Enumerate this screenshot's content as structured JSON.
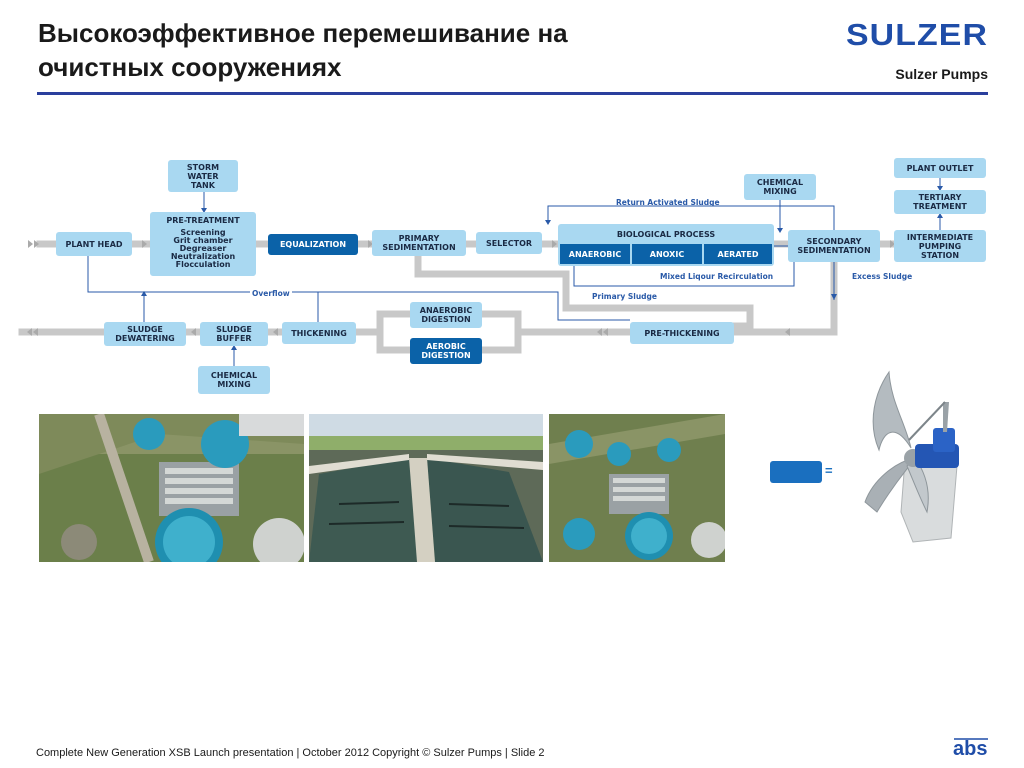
{
  "header": {
    "title_line1": "Высокоэффективное перемешивание на",
    "title_line2": "очистных сооружениях",
    "brand": "SULZER",
    "subtitle": "Sulzer Pumps"
  },
  "diagram": {
    "nodes": {
      "storm_water_tank": "STORM\nWATER\nTANK",
      "pre_treatment": "PRE-TREATMENT",
      "pre_treatment_items": "Screening\nGrit chamber\nDegreaser\nNeutralization\nFlocculation",
      "plant_head": "PLANT HEAD",
      "equalization": "EQUALIZATION",
      "primary_sedimentation": "PRIMARY\nSEDIMENTATION",
      "selector": "SELECTOR",
      "biological_process": "BIOLOGICAL PROCESS",
      "anaerobic": "ANAEROBIC",
      "anoxic": "ANOXIC",
      "aerated": "AERATED",
      "chemical_mixing_top": "CHEMICAL\nMIXING",
      "secondary_sedimentation": "SECONDARY\nSEDIMENTATION",
      "plant_outlet": "PLANT OUTLET",
      "tertiary_treatment": "TERTIARY\nTREATMENT",
      "intermediate_pumping_station": "INTERMEDIATE\nPUMPING\nSTATION",
      "sludge_dewatering": "SLUDGE\nDEWATERING",
      "sludge_buffer": "SLUDGE\nBUFFER",
      "thickening": "THICKENING",
      "anaerobic_digestion": "ANAEROBIC\nDIGESTION",
      "aerobic_digestion": "AEROBIC\nDIGESTION",
      "pre_thickening": "PRE-THICKENING",
      "chemical_mixing_bottom": "CHEMICAL\nMIXING"
    },
    "labels": {
      "return_activated_sludge": "Return Activated Sludge",
      "mixed_liquor_recirculation": "Mixed Liqour Recirculation",
      "excess_sludge": "Excess Sludge",
      "primary_sludge": "Primary Sludge",
      "overflow": "Overflow"
    },
    "colors": {
      "light_node": "#a9d8f1",
      "dark_node": "#0b62a8",
      "flow_line": "#2a5aa8",
      "pipe": "#c8c8c8"
    }
  },
  "legend": {
    "symbol": "="
  },
  "footer": {
    "text": "Complete New Generation XSB Launch presentation | October 2012 Copyright © Sulzer Pumps | Slide 2",
    "logo": "abs"
  }
}
